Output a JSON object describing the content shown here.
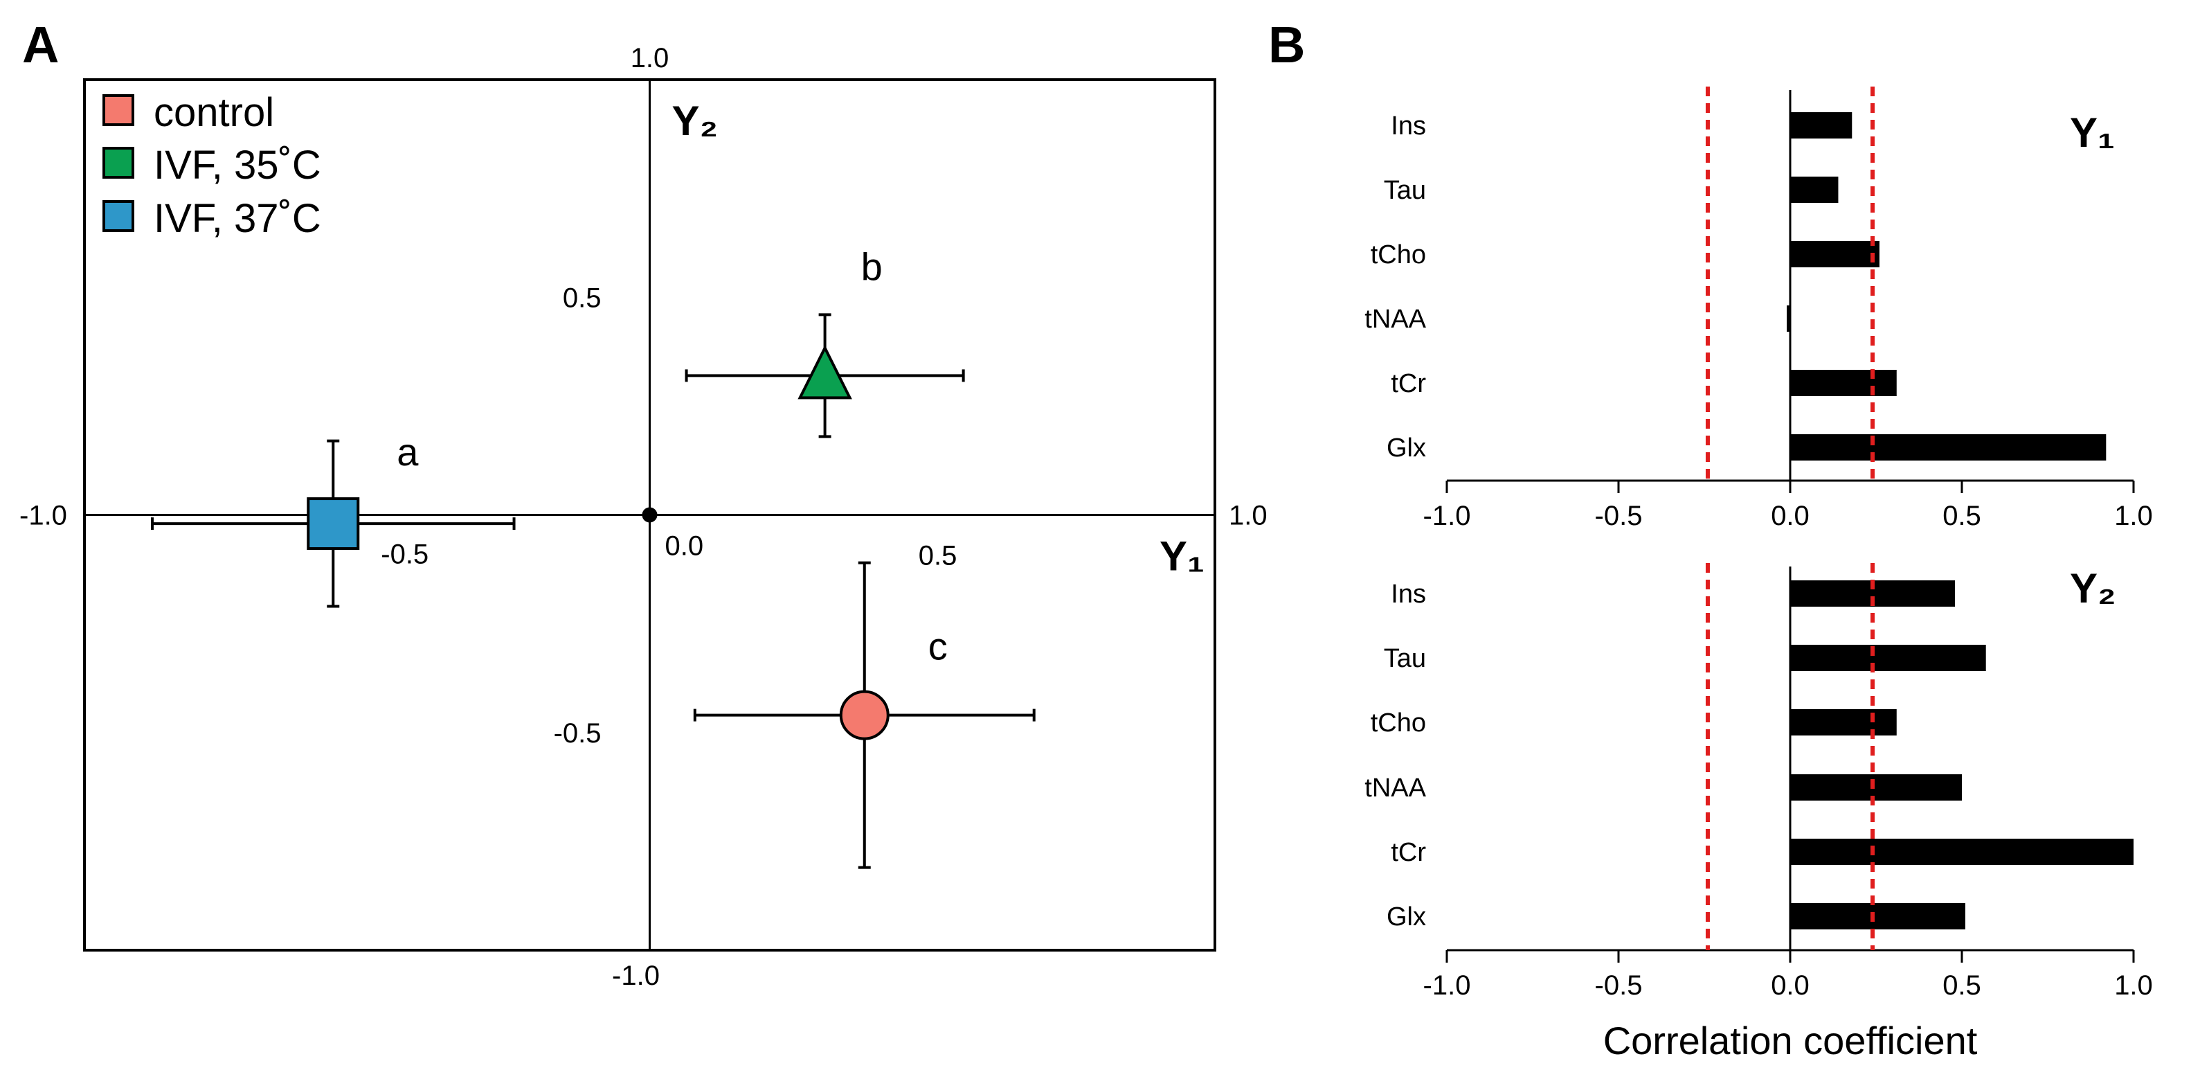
{
  "panels": {
    "a_label": "A",
    "b_label": "B"
  },
  "chart_data": [
    {
      "type": "scatter",
      "panel": "A",
      "xlabel": "Y₁",
      "ylabel": "Y₂",
      "xlim": [
        -1.0,
        1.0
      ],
      "ylim": [
        -1.0,
        1.0
      ],
      "grid": false,
      "legend_position": "top-left",
      "x_tick_labels": [
        "-1.0",
        "-0.5",
        "0.0",
        "0.5",
        "1.0"
      ],
      "y_tick_labels": [
        "1.0",
        "0.5",
        "-0.5",
        "-1.0"
      ],
      "colors": {
        "control": "#f47a6e",
        "ivf35": "#0aa050",
        "ivf37": "#2e97c9"
      },
      "series": [
        {
          "name": "control",
          "marker": "circle",
          "x": 0.38,
          "y": -0.46,
          "x_err": 0.3,
          "y_err": 0.35,
          "annotation": "c"
        },
        {
          "name": "IVF, 35˚C",
          "marker": "triangle",
          "x": 0.31,
          "y": 0.32,
          "x_err": 0.245,
          "y_err": 0.14,
          "annotation": "b"
        },
        {
          "name": "IVF, 37˚C",
          "marker": "square",
          "x": -0.56,
          "y": -0.02,
          "x_err": 0.32,
          "y_err": 0.19,
          "annotation": "a"
        }
      ],
      "origin_marker": true
    },
    {
      "type": "bar",
      "orientation": "horizontal",
      "panel": "B-top",
      "title": "Y₁",
      "categories": [
        "Ins",
        "Tau",
        "tCho",
        "tNAA",
        "tCr",
        "Glx"
      ],
      "values": [
        0.18,
        0.14,
        0.26,
        -0.01,
        0.31,
        0.92
      ],
      "xlim": [
        -1.0,
        1.0
      ],
      "x_tick_labels": [
        "-1.0",
        "-0.5",
        "0.0",
        "0.5",
        "1.0"
      ],
      "threshold_lines": [
        -0.24,
        0.24
      ],
      "threshold_color": "#e01e1e",
      "bar_color": "#000000"
    },
    {
      "type": "bar",
      "orientation": "horizontal",
      "panel": "B-bottom",
      "title": "Y₂",
      "categories": [
        "Ins",
        "Tau",
        "tCho",
        "tNAA",
        "tCr",
        "Glx"
      ],
      "values": [
        0.48,
        0.57,
        0.31,
        0.5,
        1.0,
        0.51
      ],
      "xlim": [
        -1.0,
        1.0
      ],
      "x_tick_labels": [
        "-1.0",
        "-0.5",
        "0.0",
        "0.5",
        "1.0"
      ],
      "xlabel": "Correlation coefficient",
      "threshold_lines": [
        -0.24,
        0.24
      ],
      "threshold_color": "#e01e1e",
      "bar_color": "#000000"
    }
  ]
}
